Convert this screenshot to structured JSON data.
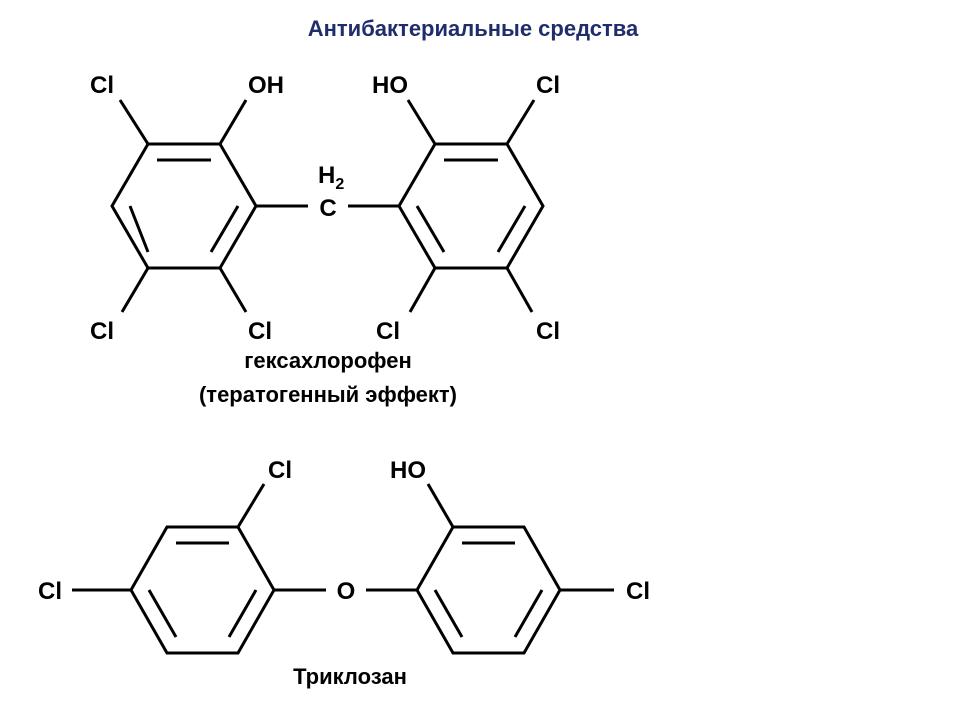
{
  "title": "Антибактериальные средства",
  "hexachlorophene": {
    "name": "гексахлорофен",
    "note": "(тератогенный эффект)",
    "atoms": {
      "cl": "Cl",
      "oh": "OH",
      "ho": "HO",
      "h": "H",
      "h_sub": "2",
      "c": "C"
    }
  },
  "triclosan": {
    "name": "Триклозан",
    "atoms": {
      "cl": "Cl",
      "ho": "HO",
      "o": "O"
    }
  },
  "colors": {
    "title": "#1f2d6b",
    "structure": "#000000"
  }
}
